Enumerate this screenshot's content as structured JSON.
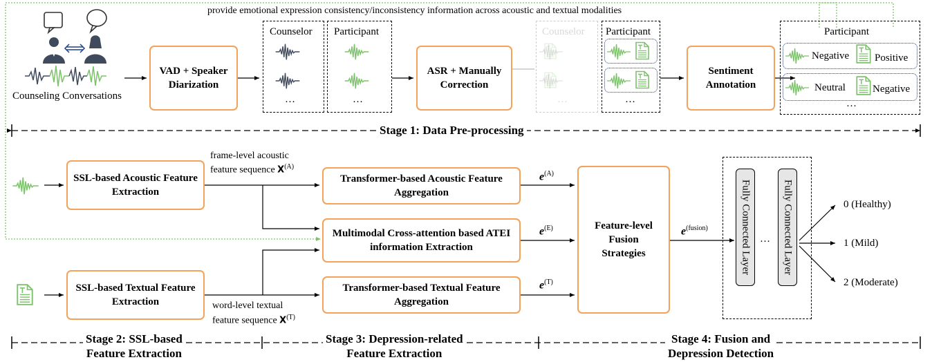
{
  "top_note": "provide emotional expression consistency/inconsistency information across acoustic and textual modalities",
  "stage1": {
    "input_caption": "Counseling Conversations",
    "vad_box": "VAD + Speaker Diarization",
    "counselor_label": "Counselor",
    "participant_label": "Participant",
    "asr_box": "ASR + Manually Correction",
    "counselor_faded_label": "Counselor",
    "participant2_label": "Participant",
    "sentiment_box": "Sentiment Annotation",
    "participant3_label": "Participant",
    "row1_audio_sentiment": "Negative",
    "row1_text_sentiment": "Positive",
    "row2_audio_sentiment": "Neutral",
    "row2_text_sentiment": "Negative",
    "ellipsis": "…",
    "stage_label": "Stage 1: Data Pre-processing"
  },
  "stage2": {
    "acoustic_box": "SSL-based Acoustic Feature Extraction",
    "textual_box": "SSL-based Textual Feature Extraction",
    "acoustic_seq_line1": "frame-level acoustic",
    "acoustic_seq_line2": "feature sequence",
    "acoustic_seq_sym": "X",
    "acoustic_seq_sup": "(A)",
    "textual_seq_line1": "word-level textual",
    "textual_seq_line2": "feature sequence",
    "textual_seq_sym": "X",
    "textual_seq_sup": "(T)",
    "stage_label_line1": "Stage 2: SSL-based",
    "stage_label_line2": "Feature Extraction"
  },
  "stage3": {
    "acoustic_agg_box": "Transformer-based Acoustic Feature Aggregation",
    "cross_attention_box": "Multimodal Cross-attention based ATEI information Extraction",
    "textual_agg_box": "Transformer-based Textual Feature Aggregation",
    "e_sym": "e",
    "e_a_sup": "(A)",
    "e_e_sup": "(E)",
    "e_t_sup": "(T)",
    "stage_label_line1": "Stage 3: Depression-related",
    "stage_label_line2": "Feature Extraction"
  },
  "stage4": {
    "fusion_box": "Feature-level Fusion Strategies",
    "e_fusion_sym": "e",
    "e_fusion_sup": "(fusion)",
    "fc_layer_label": "Fully Connected Layer",
    "fc_ellipsis": "…",
    "outputs": [
      "0 (Healthy)",
      "1 (Mild)",
      "2 (Moderate)"
    ],
    "stage_label_line1": "Stage 4: Fusion and",
    "stage_label_line2": "Depression Detection"
  },
  "colors": {
    "box_border": "#f4a25a",
    "wave_green": "#7cc26a",
    "wave_dark": "#3f4a5c",
    "dotted_green": "#7cc26a",
    "fc_fill": "#e6e6e6"
  }
}
